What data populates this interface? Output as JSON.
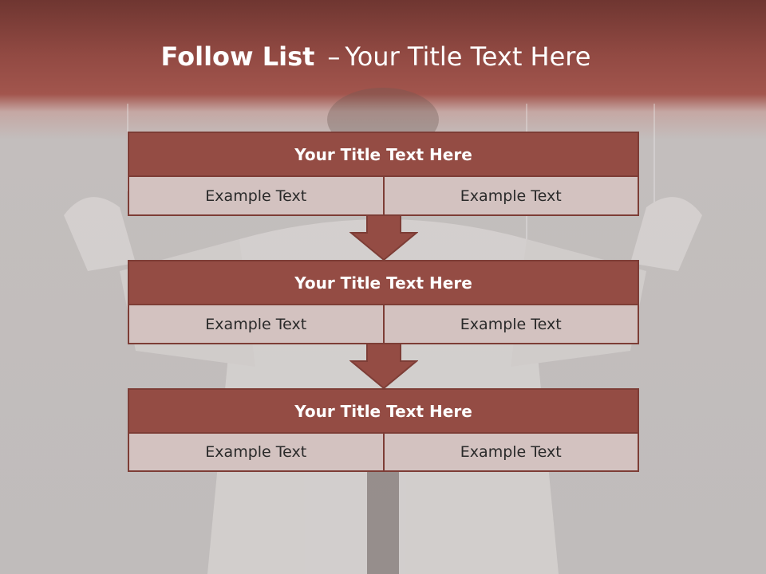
{
  "title": {
    "bold": "Follow List",
    "separator": "–",
    "rest": "Your Title Text Here"
  },
  "blocks": [
    {
      "header": "Your Title Text Here",
      "left": "Example Text",
      "right": "Example Text"
    },
    {
      "header": "Your Title Text Here",
      "left": "Example Text",
      "right": "Example Text"
    },
    {
      "header": "Your Title Text Here",
      "left": "Example Text",
      "right": "Example Text"
    }
  ],
  "colors": {
    "header_fill": "#944c44",
    "border": "#7d3d36",
    "cell_fill": "#d3c2c0",
    "top_band": "#924a43"
  }
}
